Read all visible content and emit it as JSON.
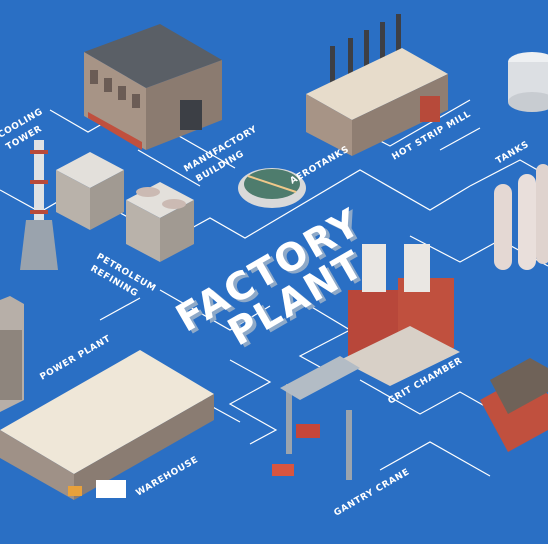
{
  "title": {
    "line1": "FACTORY",
    "line2": "PLANT"
  },
  "labels": {
    "cooling_tower": [
      "COOLING",
      "TOWER"
    ],
    "manufactory_building": [
      "MANUFACTORY",
      "BUILDING"
    ],
    "aerotanks": "AEROTANKS",
    "hot_strip_mill": "HOT STRIP MILL",
    "tanks": "TANKS",
    "petroleum_refining": [
      "PETROLEUM",
      "REFINING"
    ],
    "power_plant": "POWER PLANT",
    "grit_chamber": "GRIT CHAMBER",
    "warehouse": "WAREHOUSE",
    "gantry_crane": "GANTRY CRANE"
  },
  "colors": {
    "background": "#2a6fc4",
    "connector": "#ffffff",
    "brick": "#b8473a",
    "roof": "#e9e3d6",
    "wall": "#9e8f84"
  }
}
